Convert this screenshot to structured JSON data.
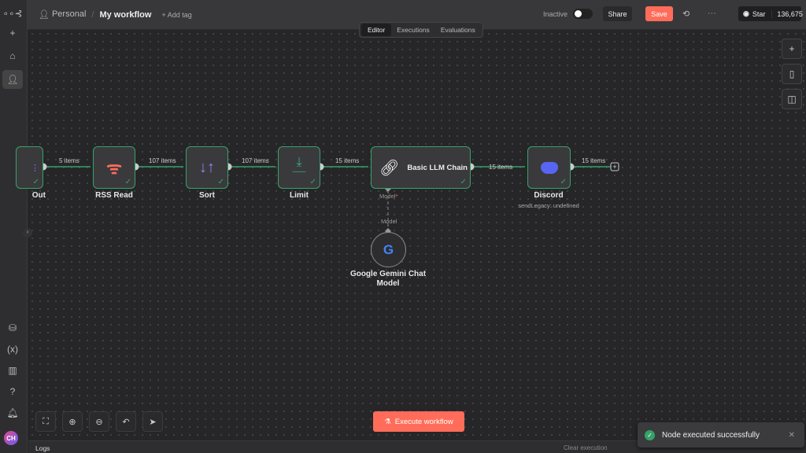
{
  "header": {
    "project": "Personal",
    "workflow": "My workflow",
    "add_tag": "+ Add tag",
    "status": "Inactive",
    "share": "Share",
    "save": "Save",
    "more": "···",
    "github_star": "Star",
    "star_count": "136,675"
  },
  "tabs": [
    {
      "label": "Editor",
      "active": true
    },
    {
      "label": "Executions"
    },
    {
      "label": "Evaluations"
    }
  ],
  "nodes": [
    {
      "name": "Out"
    },
    {
      "name": "RSS Read"
    },
    {
      "name": "Sort"
    },
    {
      "name": "Limit"
    },
    {
      "name": "Basic LLM Chain"
    },
    {
      "name": "Discord",
      "subtitle": "sendLegacy: undefined"
    },
    {
      "name": "Google Gemini Chat Model"
    }
  ],
  "connections": [
    "5 items",
    "107 items",
    "107 items",
    "15 items",
    "15 items",
    "15 items"
  ],
  "model_label": "Model",
  "model_required": "*",
  "execute": "Execute workflow",
  "logs": "Logs",
  "clear_execution": "Clear execution",
  "toast": "Node executed successfully",
  "avatar": "CH",
  "colors": {
    "accent": "#ff6d5a",
    "success": "#36a269",
    "canvas": "#262628"
  }
}
